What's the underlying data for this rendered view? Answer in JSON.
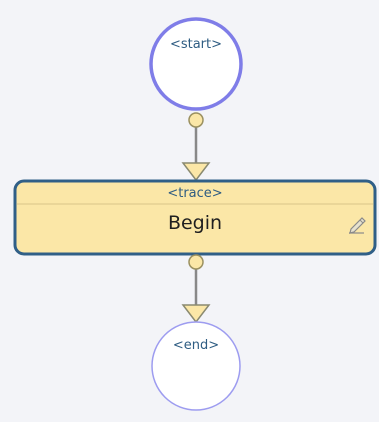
{
  "nodes": {
    "start": {
      "label": "<start>"
    },
    "trace": {
      "title": "<trace>",
      "text": "Begin"
    },
    "end": {
      "label": "<end>"
    }
  },
  "icons": {
    "edit": "pencil-icon"
  },
  "colors": {
    "canvas": "#f3f4f8",
    "start_border": "#7f7de8",
    "end_border": "#9d9cf0",
    "trace_fill": "#fbe7a7",
    "trace_border": "#305f87",
    "connector": "#888888",
    "port_fill": "#fbe7a7",
    "port_stroke": "#9a9060",
    "arrow_fill": "#fbe7a7",
    "arrow_stroke": "#8a8a70"
  }
}
